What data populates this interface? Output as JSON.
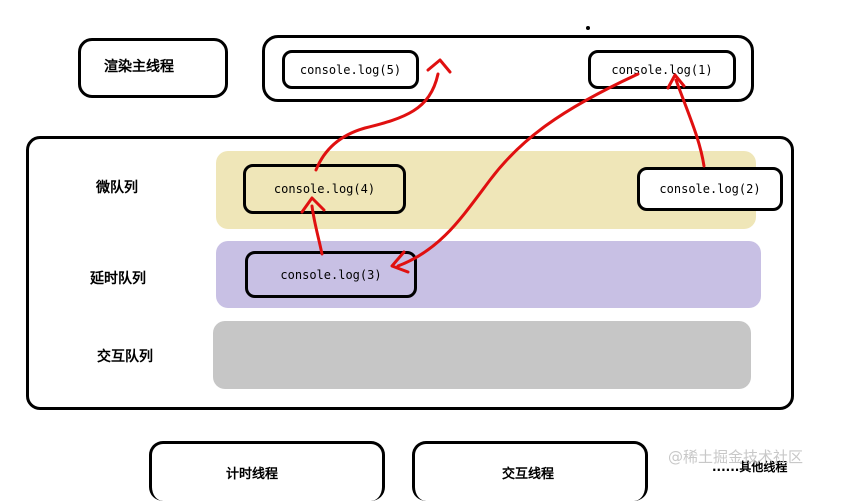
{
  "main_thread": {
    "label": "渲染主线程",
    "log5": "console.log(5)",
    "log1": "console.log(1)"
  },
  "queues": {
    "micro": {
      "label": "微队列",
      "log4": "console.log(4)",
      "log2": "console.log(2)",
      "color": "#efe6b8"
    },
    "delay": {
      "label": "延时队列",
      "log3": "console.log(3)",
      "color": "#c8c0e4"
    },
    "interact": {
      "label": "交互队列",
      "color": "#c6c6c6"
    }
  },
  "threads": {
    "timer": "计时线程",
    "interaction": "交互线程",
    "others": "......其他线程"
  },
  "arrow_color": "#e01010",
  "watermark": "@稀土掘金技术社区"
}
